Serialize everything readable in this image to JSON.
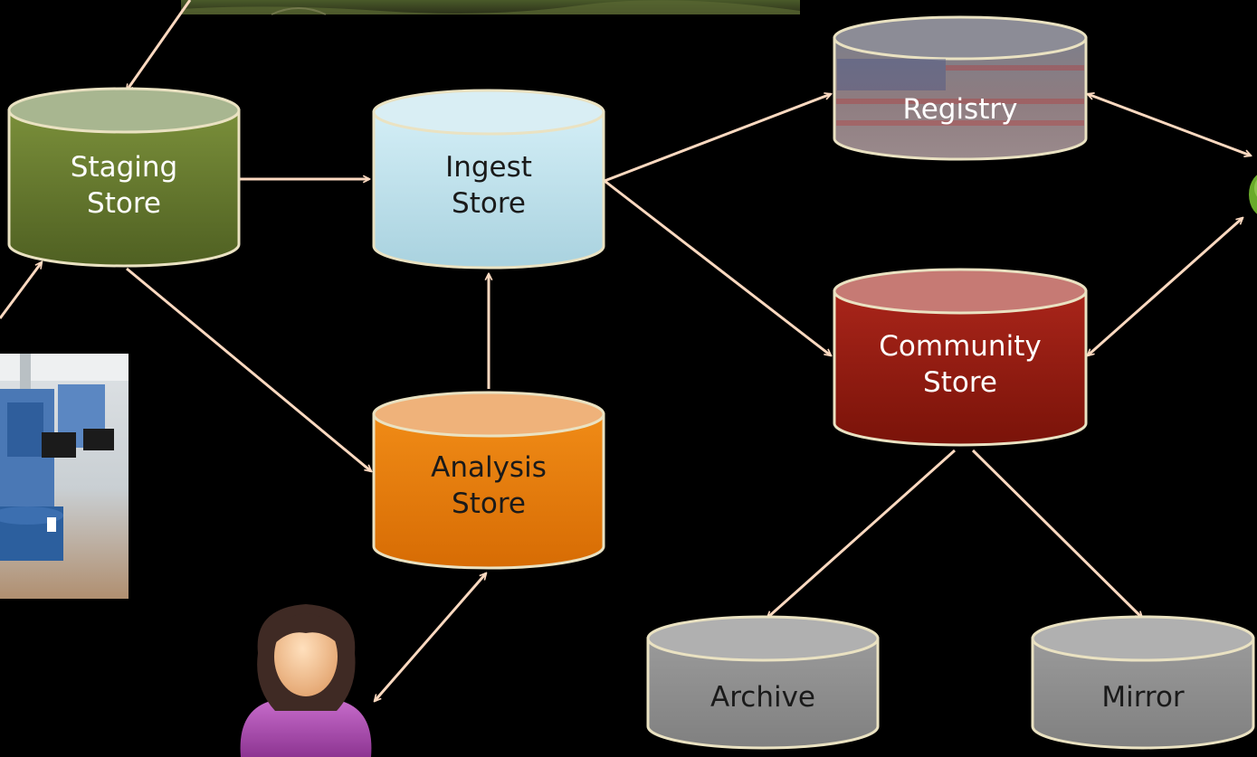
{
  "stores": {
    "staging": {
      "line1": "Staging",
      "line2": "Store"
    },
    "ingest": {
      "line1": "Ingest",
      "line2": "Store"
    },
    "registry": {
      "line1": "Registry"
    },
    "community": {
      "line1": "Community",
      "line2": "Store"
    },
    "analysis": {
      "line1": "Analysis",
      "line2": "Store"
    },
    "archive": {
      "line1": "Archive"
    },
    "mirror": {
      "line1": "Mirror"
    }
  },
  "colors": {
    "background": "#000000",
    "arrow": "#fcd9c0",
    "staging": "#667a2e",
    "ingest": "#bfe0ea",
    "registry": "#8b8b8e",
    "community": "#921a10",
    "analysis": "#e97e0b",
    "archive": "#8e8e8e",
    "mirror": "#8e8e8e",
    "text_light": "#ffffff",
    "text_dark": "#1a1a1a"
  },
  "icons": {
    "user": "person-icon",
    "lab_photo": "sequencing-lab-photo",
    "landscape_photo": "landscape-photo",
    "globe": "globe-icon"
  }
}
